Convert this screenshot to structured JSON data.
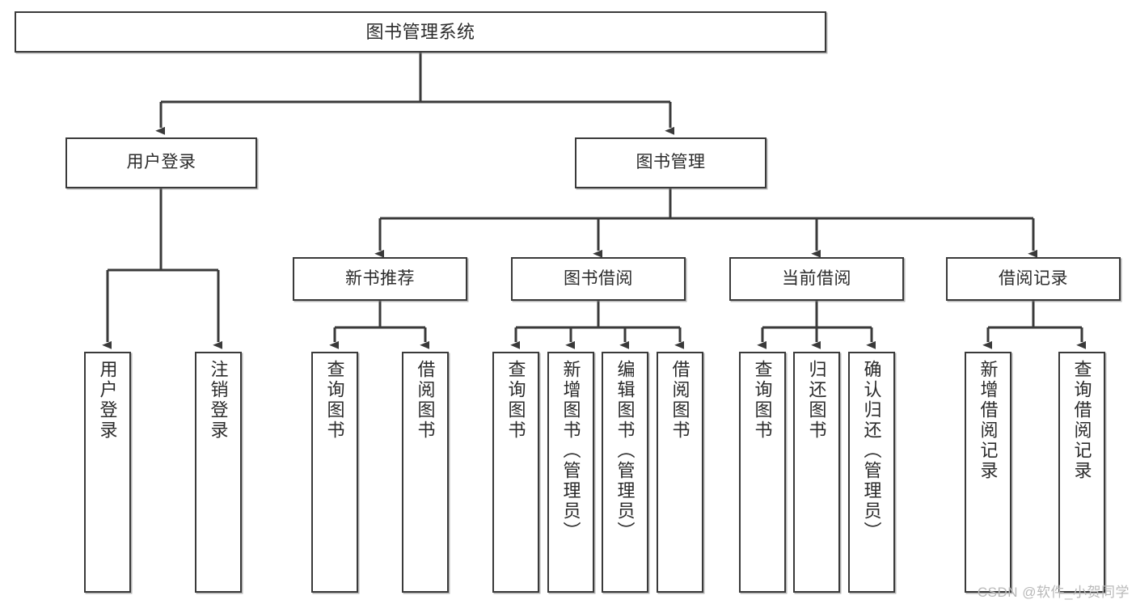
{
  "diagram": {
    "title": "图书管理系统",
    "watermark": "CSDN @软件_小贺同学",
    "colors": {
      "stroke": "#3a3a3a",
      "fill": "#ffffff",
      "text": "#2b2b2b",
      "watermark": "#b9b9b9"
    },
    "root": {
      "label": "图书管理系统"
    },
    "level2": [
      {
        "label": "用户登录"
      },
      {
        "label": "图书管理"
      }
    ],
    "level3": [
      {
        "label": "新书推荐"
      },
      {
        "label": "图书借阅"
      },
      {
        "label": "当前借阅"
      },
      {
        "label": "借阅记录"
      }
    ],
    "leaves": {
      "user_login": [
        {
          "label": "用户登录"
        },
        {
          "label": "注销登录"
        }
      ],
      "new_book_recommend": [
        {
          "label": "查询图书"
        },
        {
          "label": "借阅图书"
        }
      ],
      "book_borrow": [
        {
          "label": "查询图书"
        },
        {
          "label": "新增图书（管理员）"
        },
        {
          "label": "编辑图书（管理员）"
        },
        {
          "label": "借阅图书"
        }
      ],
      "current_borrow": [
        {
          "label": "查询图书"
        },
        {
          "label": "归还图书"
        },
        {
          "label": "确认归还（管理员）"
        }
      ],
      "borrow_record": [
        {
          "label": "新增借阅记录"
        },
        {
          "label": "查询借阅记录"
        }
      ]
    }
  }
}
